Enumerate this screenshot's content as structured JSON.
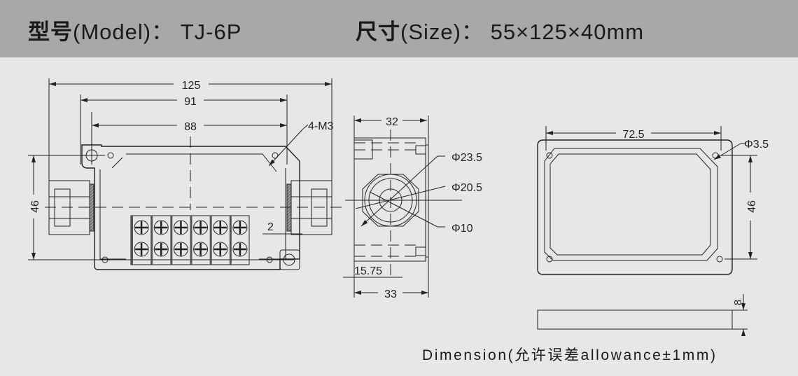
{
  "header": {
    "model_label_cn": "型号",
    "model_label_en": "(Model)：",
    "model_value": "TJ-6P",
    "size_label_cn": "尺寸",
    "size_label_en": "(Size)：",
    "size_value": "55×125×40mm"
  },
  "front_view": {
    "dim_overall_width": "125",
    "dim_mount_width": "91",
    "dim_hole_spacing": "88",
    "dim_height": "46",
    "dim_gap": "2",
    "hole_callout": "4-M3",
    "terminal_count": 6
  },
  "side_view": {
    "dim_top": "32",
    "dim_bottom": "33",
    "dim_offset": "15.75",
    "dia_outer": "Φ23.5",
    "dia_mid": "Φ20.5",
    "dia_inner": "Φ10"
  },
  "lid_view": {
    "dim_hole_spacing": "72.5",
    "dim_height": "46",
    "hole_callout": "Φ3.5",
    "dim_thickness": "8"
  },
  "footer": {
    "note": "Dimension(允许误差allowance±1mm)"
  },
  "colors": {
    "header_bg": "#a7a8aa",
    "page_bg": "#e6e7e8",
    "line": "#222222"
  }
}
